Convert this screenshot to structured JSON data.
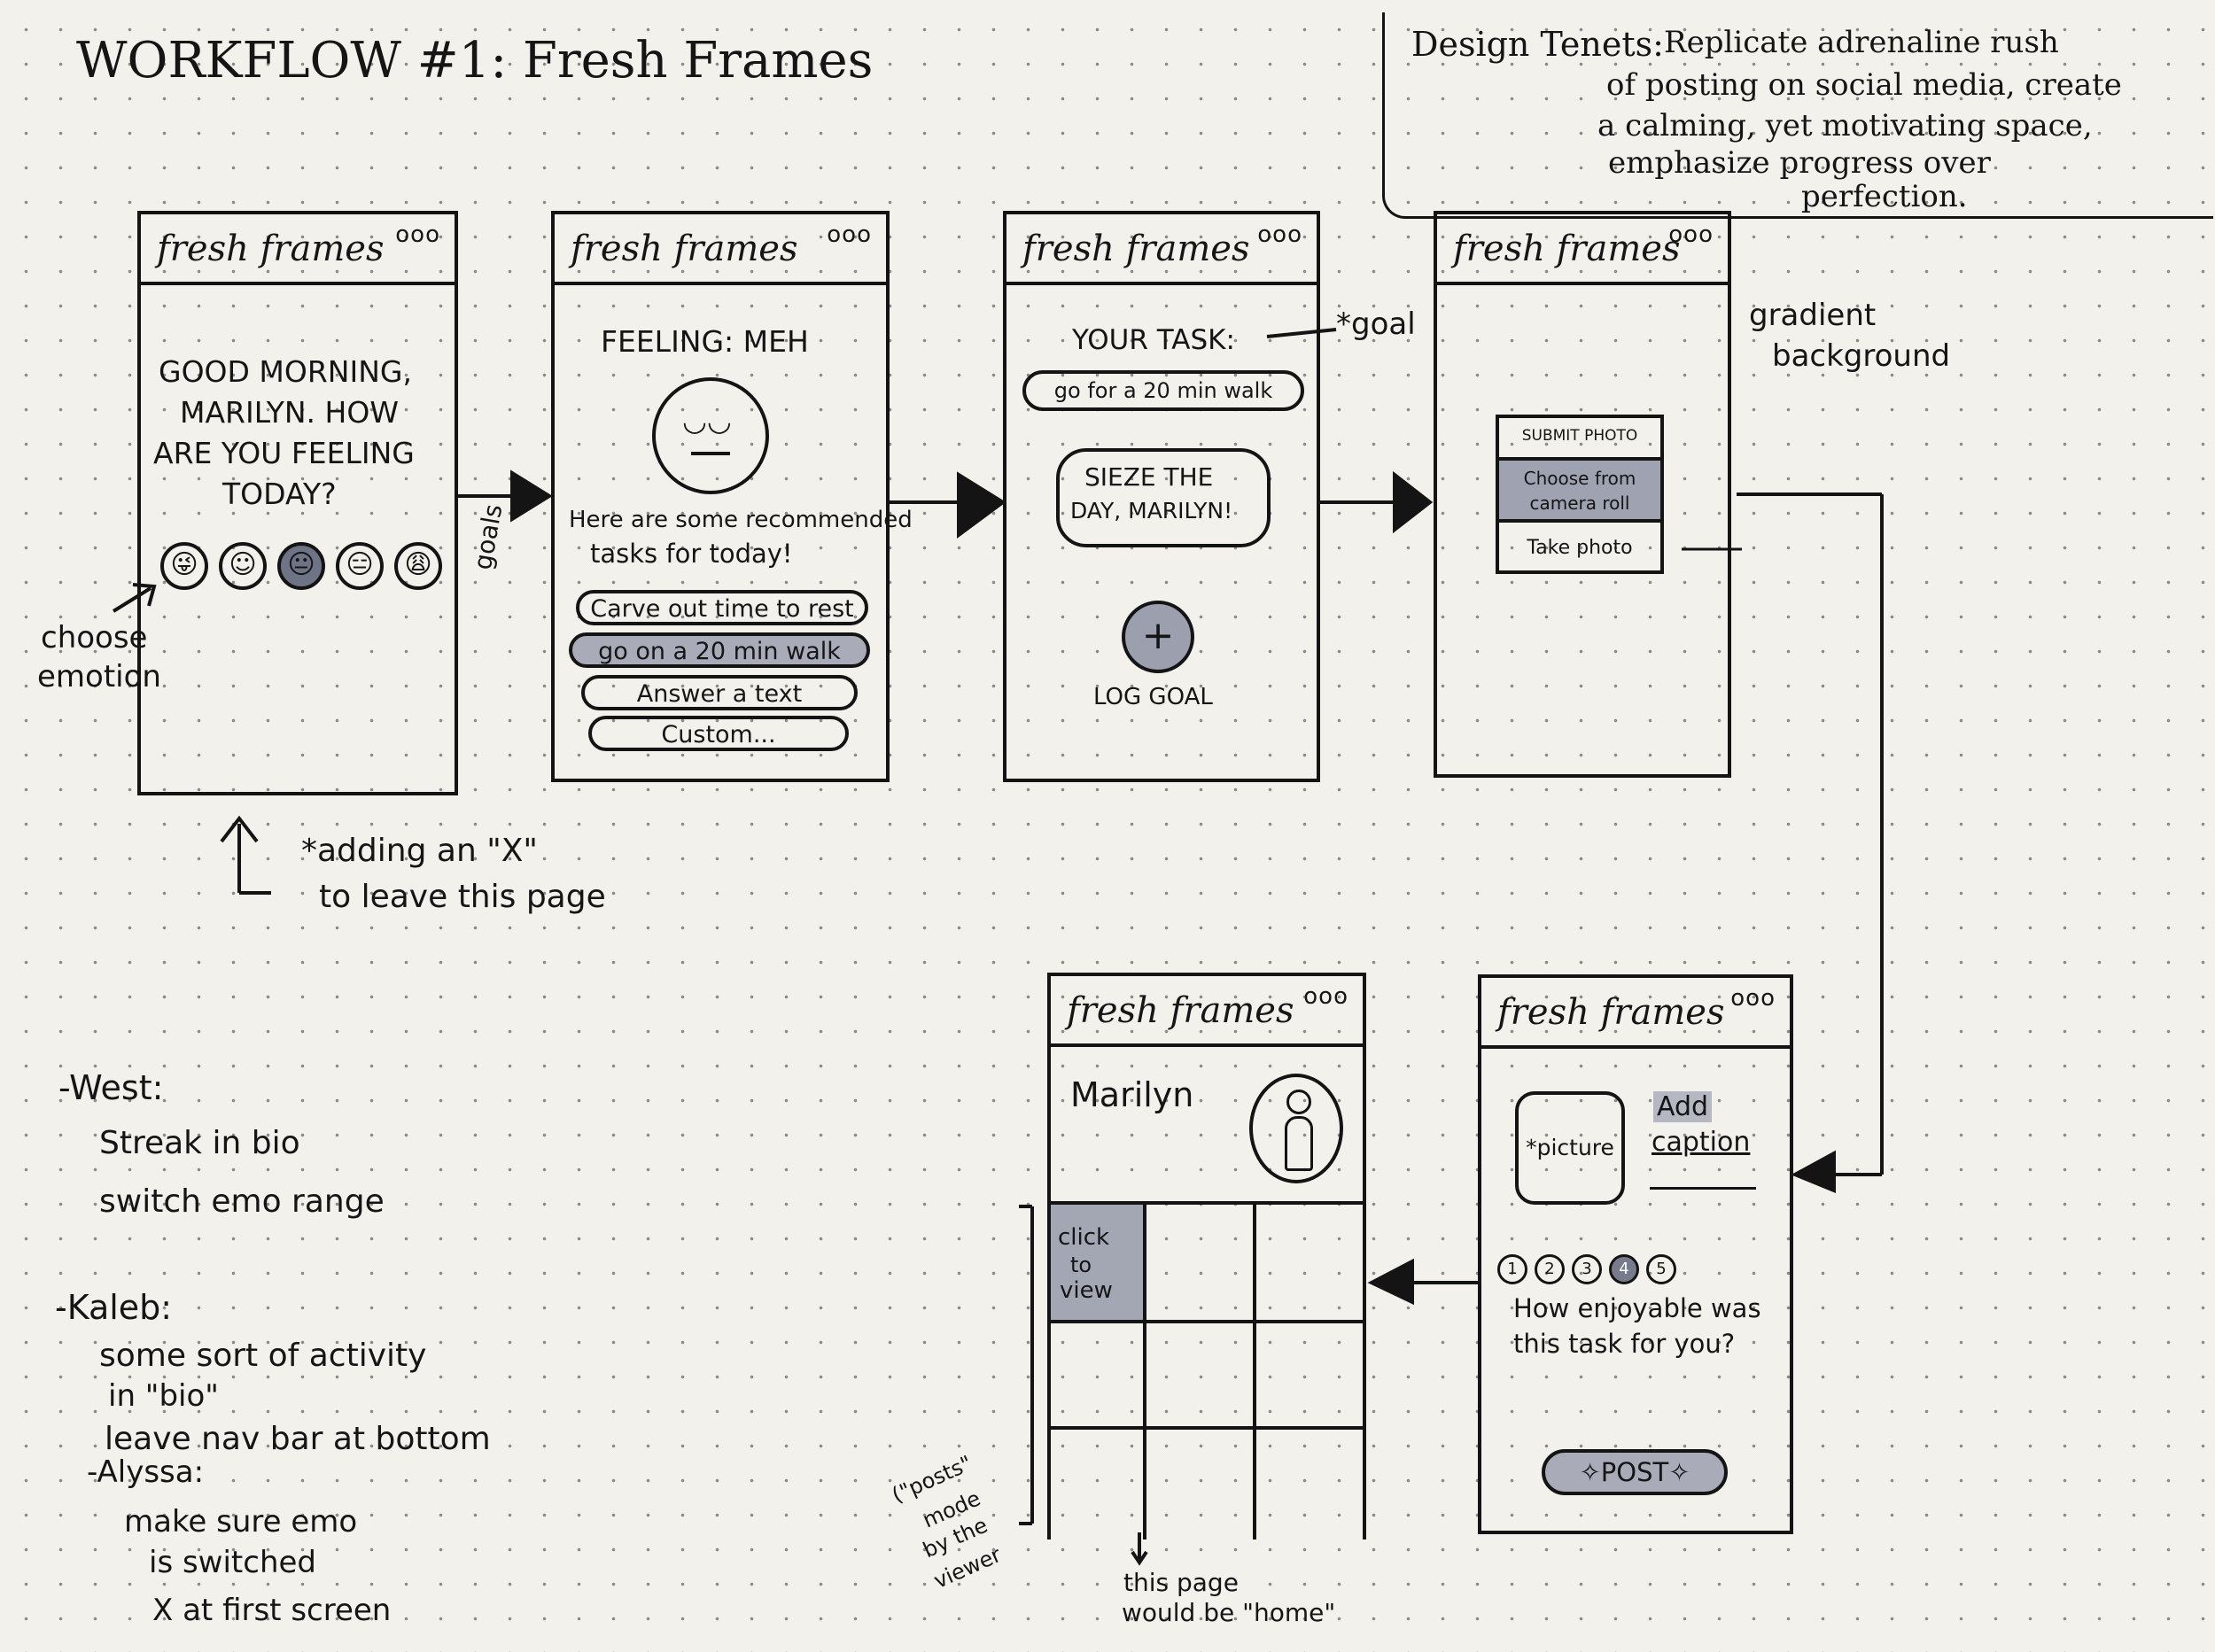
{
  "title": "WORKFLOW #1: Fresh Frames",
  "design_tenets": {
    "label": "Design Tenets:",
    "lines": [
      "Replicate adrenaline rush",
      "of posting on social media, create",
      "a calming, yet motivating space,",
      "emphasize progress over",
      "perfection."
    ]
  },
  "app": {
    "brand": "fresh frames",
    "more": "ooo"
  },
  "screen1": {
    "greeting_lines": [
      "GOOD MORNING,",
      "MARILYN. HOW",
      "ARE YOU FEELING",
      "TODAY?"
    ],
    "emotions": [
      "😜",
      "☺",
      "😐",
      "😑",
      "😩"
    ],
    "selected_emotion_index": 2
  },
  "screen2": {
    "feeling": "FEELING: MEH",
    "face": "◡◡",
    "recommend_lines": [
      "Here are some recommended",
      "tasks for today!"
    ],
    "tasks": [
      "Carve out time to rest",
      "go on a 20 min walk",
      "Answer a text",
      "Custom..."
    ],
    "selected_task_index": 1
  },
  "screen3": {
    "your_goal": "YOUR TASK:",
    "goal_value": "go for a 20 min walk",
    "cheer_lines": [
      "SIEZE THE",
      "DAY, MARILYN!"
    ],
    "log_icon": "+",
    "log_label": "LOG GOAL"
  },
  "screen4": {
    "menu_title": "SUBMIT PHOTO",
    "menu_items": [
      "Choose from camera roll",
      "Take photo"
    ]
  },
  "screen5": {
    "picture": "*picture",
    "caption_lines": [
      "Add",
      "caption"
    ],
    "ratings": [
      "1",
      "2",
      "3",
      "4",
      "5"
    ],
    "selected_rating_index": 3,
    "question_lines": [
      "How enjoyable was",
      "this task for you?"
    ],
    "post": "✧POST✧"
  },
  "screen6": {
    "name": "Marilyn",
    "click_lines": [
      "click",
      "to",
      "view"
    ]
  },
  "annotations": {
    "choose_emotion": [
      "choose",
      "emotion"
    ],
    "goals": "goals",
    "goal": "*goal",
    "gradient": [
      "gradient",
      "background"
    ],
    "adding_x": [
      "*adding an \"X\"",
      "to leave this page"
    ],
    "posts_mode": [
      "(\"posts\"",
      "mode",
      "by the",
      "viewer"
    ],
    "home": [
      "this page",
      "would be \"home\""
    ]
  },
  "feedback": {
    "west_label": "-West:",
    "west": [
      "Streak in bio",
      "switch emo range"
    ],
    "kaleb_label": "-Kaleb:",
    "kaleb": [
      "some sort of activity",
      "in \"bio\"",
      "leave nav bar at bottom"
    ],
    "alyssa_label": "-Alyssa:",
    "alyssa": [
      "make sure emo",
      "is switched",
      "X at first screen"
    ]
  }
}
